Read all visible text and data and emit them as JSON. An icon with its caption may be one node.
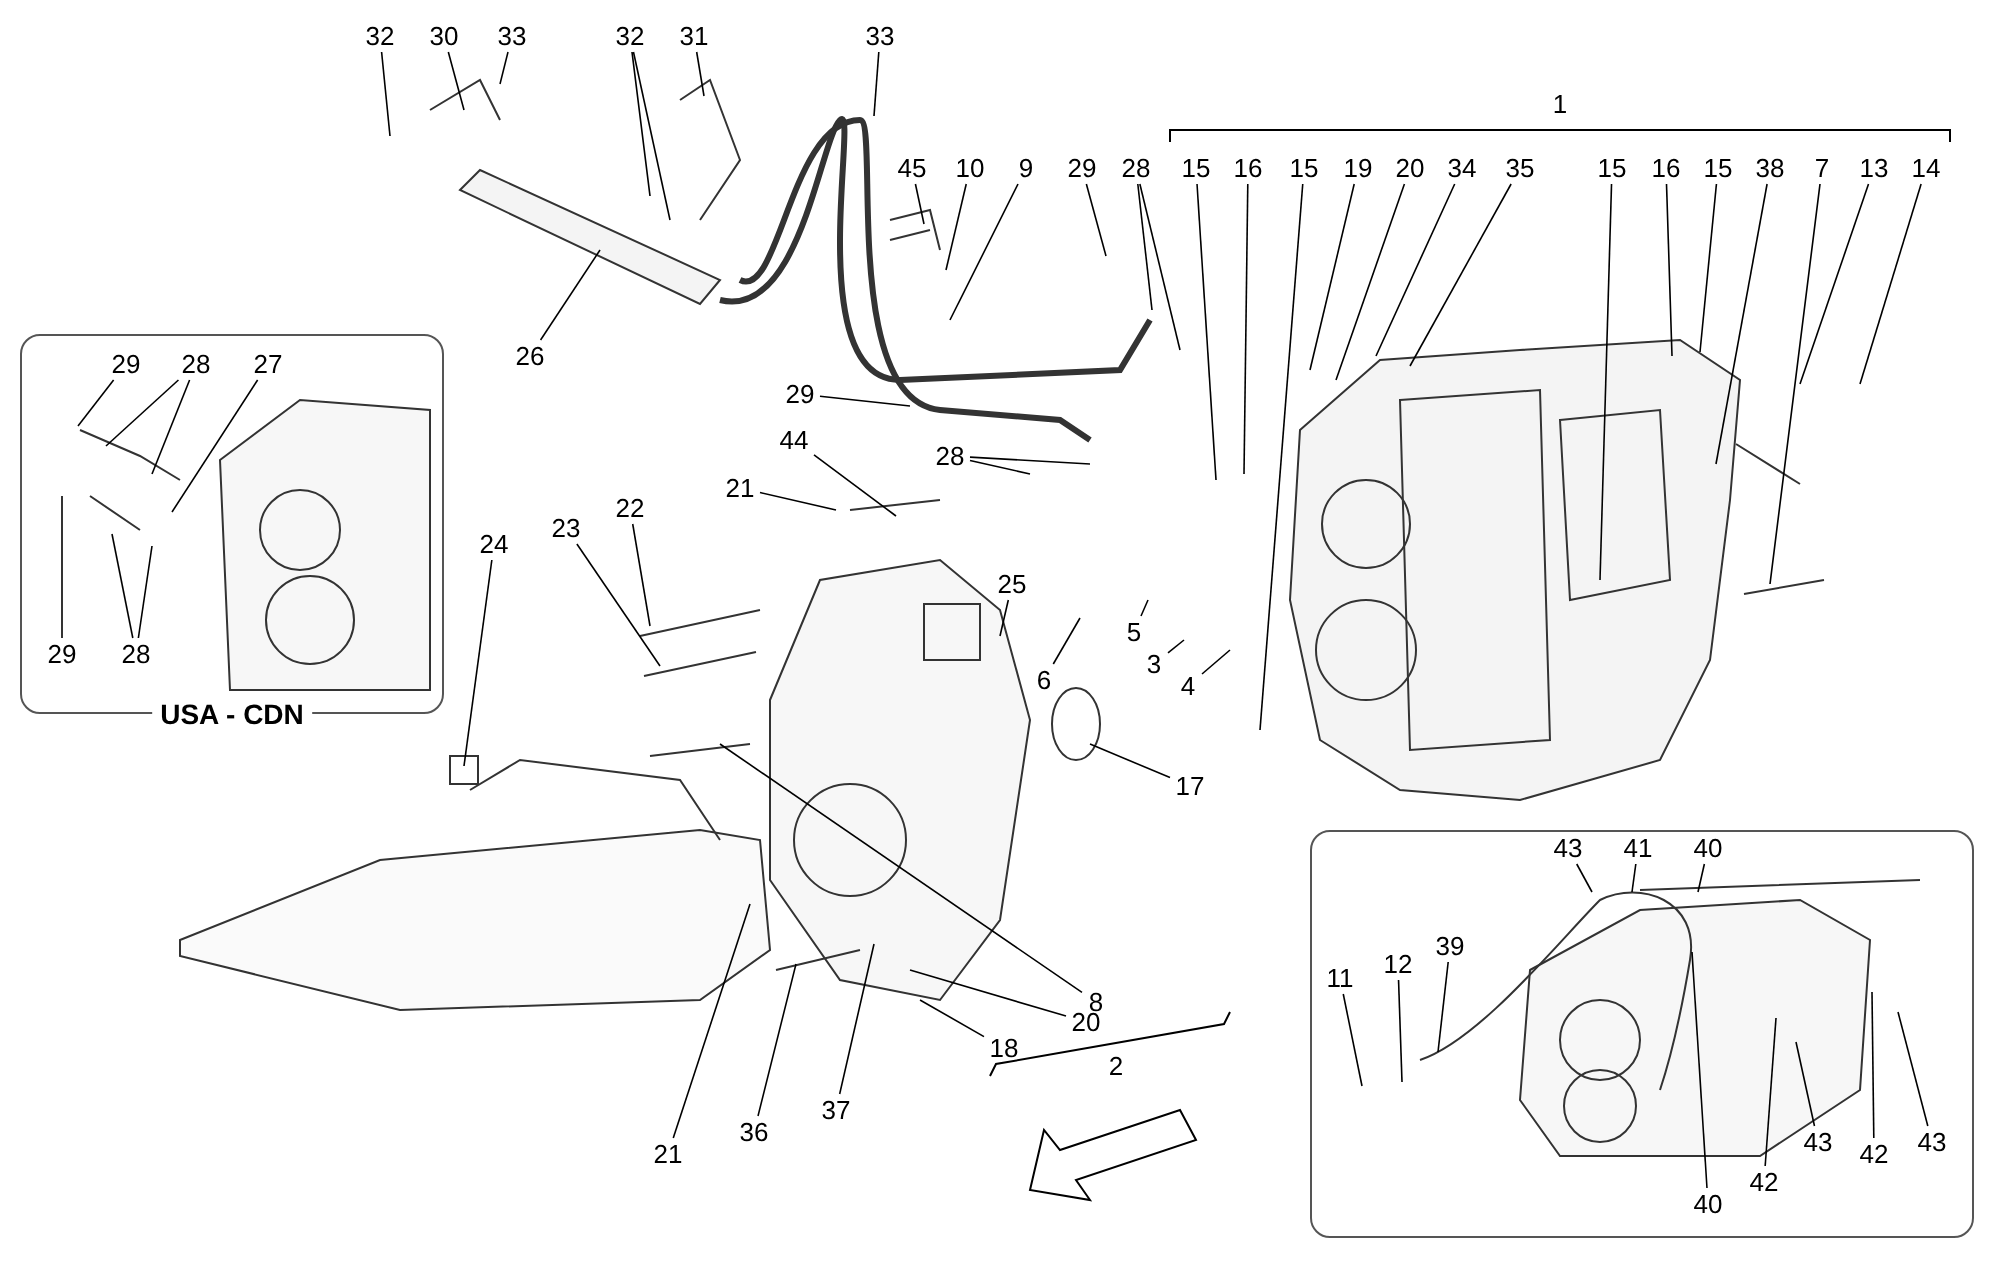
{
  "diagram": {
    "nodes": [
      {
        "text": [
          "32"
        ]
      },
      {
        "text": [
          "30"
        ]
      },
      {
        "text": [
          "33"
        ]
      },
      {
        "text": [
          "32"
        ]
      },
      {
        "text": [
          "31"
        ]
      },
      {
        "text": [
          "33"
        ]
      },
      {
        "text": [
          "45"
        ]
      },
      {
        "text": [
          "10"
        ]
      },
      {
        "text": [
          "9"
        ]
      },
      {
        "text": [
          "29"
        ]
      },
      {
        "text": [
          "28"
        ]
      },
      {
        "text": [
          "15"
        ]
      },
      {
        "text": [
          "16"
        ]
      },
      {
        "text": [
          "15"
        ]
      },
      {
        "text": [
          "19"
        ]
      },
      {
        "text": [
          "20"
        ]
      },
      {
        "text": [
          "34"
        ]
      },
      {
        "text": [
          "35"
        ]
      },
      {
        "text": [
          "15"
        ]
      },
      {
        "text": [
          "16"
        ]
      },
      {
        "text": [
          "15"
        ]
      },
      {
        "text": [
          "38"
        ]
      },
      {
        "text": [
          "7"
        ]
      },
      {
        "text": [
          "13"
        ]
      },
      {
        "text": [
          "14"
        ]
      },
      {
        "text": [
          "USA - CDN"
        ]
      },
      {
        "text": [
          "29"
        ],
        "in": 25
      },
      {
        "text": [
          "28"
        ],
        "in": 25
      },
      {
        "text": [
          "27"
        ],
        "in": 25
      },
      {
        "text": [
          "29"
        ],
        "in": 25
      },
      {
        "text": [
          "28"
        ],
        "in": 25
      },
      {
        "text": [
          "26"
        ]
      },
      {
        "text": [
          "29"
        ]
      },
      {
        "text": [
          "44"
        ]
      },
      {
        "text": [
          "28"
        ]
      },
      {
        "text": [
          "21"
        ]
      },
      {
        "text": [
          "22"
        ]
      },
      {
        "text": [
          "23"
        ]
      },
      {
        "text": [
          "24"
        ]
      },
      {
        "text": [
          "25"
        ]
      },
      {
        "text": [
          "6"
        ]
      },
      {
        "text": [
          "5"
        ]
      },
      {
        "text": [
          "3"
        ]
      },
      {
        "text": [
          "4"
        ]
      },
      {
        "text": [
          "17"
        ]
      },
      {
        "text": [
          "8"
        ]
      },
      {
        "text": [
          "20"
        ]
      },
      {
        "text": [
          "18"
        ]
      },
      {
        "text": [
          "21"
        ]
      },
      {
        "text": [
          "36"
        ]
      },
      {
        "text": [
          "37"
        ]
      },
      {
        "text": [],
        "shape": "box"
      },
      {
        "text": [
          "43"
        ],
        "in": 51
      },
      {
        "text": [
          "41"
        ],
        "in": 51
      },
      {
        "text": [
          "40"
        ],
        "in": 51
      },
      {
        "text": [
          "11"
        ],
        "in": 51
      },
      {
        "text": [
          "12"
        ],
        "in": 51
      },
      {
        "text": [
          "39"
        ],
        "in": 51
      },
      {
        "text": [
          "40"
        ],
        "in": 51
      },
      {
        "text": [
          "42"
        ],
        "in": 51
      },
      {
        "text": [
          "43"
        ],
        "in": 51
      },
      {
        "text": [
          "42"
        ],
        "in": 51
      },
      {
        "text": [
          "43"
        ],
        "in": 51
      }
    ],
    "edges": [
      {
        "from": 0,
        "to": null,
        "arrow": "none"
      },
      {
        "from": 1,
        "to": null,
        "arrow": "none"
      },
      {
        "from": 2,
        "to": null,
        "arrow": "none"
      },
      {
        "from": 3,
        "to": null,
        "arrow": "none"
      },
      {
        "from": 3,
        "to": null,
        "arrow": "none"
      },
      {
        "from": 4,
        "to": null,
        "arrow": "none"
      },
      {
        "from": 5,
        "to": null,
        "arrow": "none"
      },
      {
        "from": 6,
        "to": null,
        "arrow": "none"
      },
      {
        "from": 7,
        "to": null,
        "arrow": "none"
      },
      {
        "from": 8,
        "to": null,
        "arrow": "none"
      },
      {
        "from": 9,
        "to": null,
        "arrow": "none"
      },
      {
        "from": 10,
        "to": null,
        "arrow": "none"
      },
      {
        "from": 10,
        "to": null,
        "arrow": "none"
      },
      {
        "from": 11,
        "to": null,
        "arrow": "none"
      },
      {
        "from": 12,
        "to": null,
        "arrow": "none"
      },
      {
        "from": 13,
        "to": null,
        "arrow": "none"
      },
      {
        "from": 14,
        "to": null,
        "arrow": "none"
      },
      {
        "from": 15,
        "to": null,
        "arrow": "none"
      },
      {
        "from": 16,
        "to": null,
        "arrow": "none"
      },
      {
        "from": 17,
        "to": null,
        "arrow": "none"
      },
      {
        "from": 18,
        "to": null,
        "arrow": "none"
      },
      {
        "from": 19,
        "to": null,
        "arrow": "none"
      },
      {
        "from": 20,
        "to": null,
        "arrow": "none"
      },
      {
        "from": 21,
        "to": null,
        "arrow": "none"
      },
      {
        "from": 22,
        "to": null,
        "arrow": "none"
      },
      {
        "from": 23,
        "to": null,
        "arrow": "none"
      },
      {
        "from": 24,
        "to": null,
        "arrow": "none"
      },
      {
        "from": 26,
        "to": null,
        "arrow": "none"
      },
      {
        "from": 27,
        "to": null,
        "arrow": "none"
      },
      {
        "from": 27,
        "to": null,
        "arrow": "none"
      },
      {
        "from": 28,
        "to": null,
        "arrow": "none"
      },
      {
        "from": 29,
        "to": null,
        "arrow": "none"
      },
      {
        "from": 30,
        "to": null,
        "arrow": "none"
      },
      {
        "from": 30,
        "to": null,
        "arrow": "none"
      },
      {
        "from": 31,
        "to": null,
        "arrow": "none"
      },
      {
        "from": 32,
        "to": null,
        "arrow": "none"
      },
      {
        "from": 33,
        "to": null,
        "arrow": "none"
      },
      {
        "from": 34,
        "to": null,
        "arrow": "none"
      },
      {
        "from": 34,
        "to": null,
        "arrow": "none"
      },
      {
        "from": 35,
        "to": null,
        "arrow": "none"
      },
      {
        "from": 36,
        "to": null,
        "arrow": "none"
      },
      {
        "from": 37,
        "to": null,
        "arrow": "none"
      },
      {
        "from": 38,
        "to": null,
        "arrow": "none"
      },
      {
        "from": 39,
        "to": null,
        "arrow": "none"
      },
      {
        "from": 40,
        "to": null,
        "arrow": "none"
      },
      {
        "from": 41,
        "to": null,
        "arrow": "none"
      },
      {
        "from": 42,
        "to": null,
        "arrow": "none"
      },
      {
        "from": 43,
        "to": null,
        "arrow": "none"
      },
      {
        "from": 44,
        "to": null,
        "arrow": "none"
      },
      {
        "from": 45,
        "to": null,
        "arrow": "none"
      },
      {
        "from": 46,
        "to": null,
        "arrow": "none"
      },
      {
        "from": 47,
        "to": null,
        "arrow": "none"
      },
      {
        "from": 48,
        "to": null,
        "arrow": "none"
      },
      {
        "from": 49,
        "to": null,
        "arrow": "none"
      },
      {
        "from": 50,
        "to": null,
        "arrow": "none"
      },
      {
        "from": 52,
        "to": null,
        "arrow": "none"
      },
      {
        "from": 53,
        "to": null,
        "arrow": "none"
      },
      {
        "from": 54,
        "to": null,
        "arrow": "none"
      },
      {
        "from": 55,
        "to": null,
        "arrow": "none"
      },
      {
        "from": 56,
        "to": null,
        "arrow": "none"
      },
      {
        "from": 57,
        "to": null,
        "arrow": "none"
      },
      {
        "from": 58,
        "to": null,
        "arrow": "none"
      },
      {
        "from": 59,
        "to": null,
        "arrow": "none"
      },
      {
        "from": 60,
        "to": null,
        "arrow": "none"
      },
      {
        "from": 61,
        "to": null,
        "arrow": "none"
      },
      {
        "from": 62,
        "to": null,
        "arrow": "none"
      }
    ],
    "labels": [
      "1",
      "2"
    ]
  }
}
